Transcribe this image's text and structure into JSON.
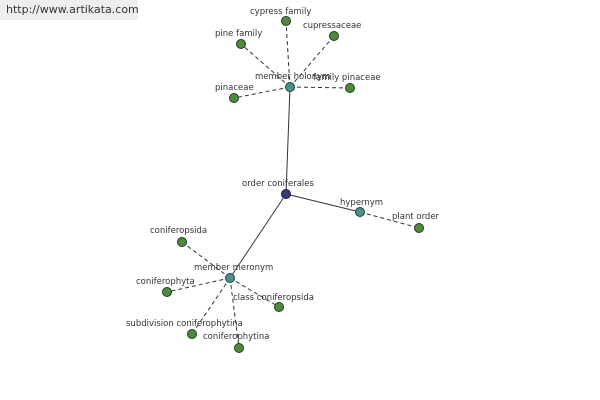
{
  "site_url": "http://www.artikata.com",
  "colors": {
    "word_node": "#4e8a3e",
    "relation_node": "#4a9090",
    "root_node": "#3b3b78"
  },
  "graph": {
    "root": {
      "id": "root",
      "label": "order coniferales",
      "kind": "root"
    },
    "relations": [
      {
        "id": "holonym",
        "label": "member holonym",
        "kind": "relation",
        "children": [
          {
            "id": "h1",
            "label": "cypress family"
          },
          {
            "id": "h2",
            "label": "cupressaceae"
          },
          {
            "id": "h3",
            "label": "pine family"
          },
          {
            "id": "h4",
            "label": "family pinaceae"
          },
          {
            "id": "h5",
            "label": "pinaceae"
          }
        ]
      },
      {
        "id": "hypernym",
        "label": "hypernym",
        "kind": "relation",
        "children": [
          {
            "id": "y1",
            "label": "plant order"
          }
        ]
      },
      {
        "id": "meronym",
        "label": "member meronym",
        "kind": "relation",
        "children": [
          {
            "id": "m1",
            "label": "coniferopsida"
          },
          {
            "id": "m2",
            "label": "coniferophyta"
          },
          {
            "id": "m3",
            "label": "class coniferopsida"
          },
          {
            "id": "m4",
            "label": "subdivision coniferophytina"
          },
          {
            "id": "m5",
            "label": "coniferophytina"
          }
        ]
      }
    ]
  }
}
